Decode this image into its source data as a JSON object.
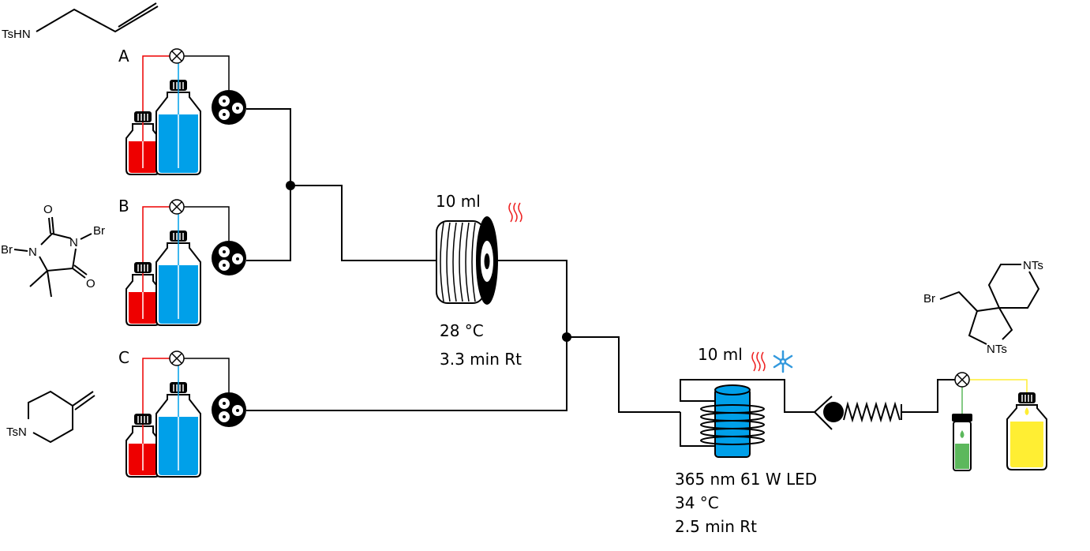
{
  "reagents": {
    "a": {
      "label": "A",
      "molecule_text": "TsHN"
    },
    "b": {
      "label": "B",
      "molecule_atoms": [
        "O",
        "N",
        "Br",
        "Br",
        "N",
        "O"
      ]
    },
    "c": {
      "label": "C",
      "molecule_text": "TsN"
    }
  },
  "reactor1": {
    "volume": "10 ml",
    "temperature": "28 °C",
    "residence": "3.3 min Rt"
  },
  "reactor2": {
    "volume": "10 ml",
    "wavelength_power": "365 nm 61 W LED",
    "temperature": "34 °C",
    "residence": "2.5 min Rt"
  },
  "product": {
    "atoms": [
      "NTs",
      "Br",
      "NTs"
    ]
  },
  "icons": [
    "valve-icon",
    "pump-icon",
    "heat-icon",
    "snowflake-icon",
    "back-pressure-regulator-icon",
    "bottle-icon",
    "vial-icon",
    "led-lamp-icon",
    "coil-reactor-icon"
  ],
  "colors": {
    "red": "#ee0000",
    "blue": "#00a0e9",
    "green": "#5cb85c",
    "yellow": "#ffee33",
    "heat": "#ee2222",
    "cold": "#3399dd"
  }
}
